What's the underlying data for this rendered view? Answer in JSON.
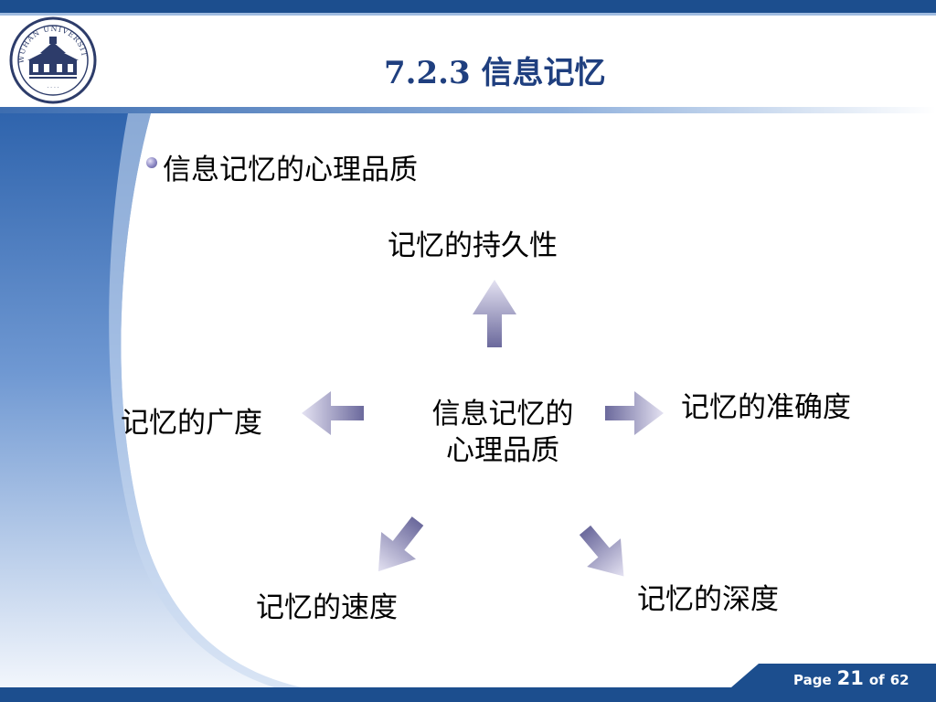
{
  "header": {
    "title": "7.2.3 信息记忆",
    "logo_icon": "wuhan-university-seal-icon",
    "logo_text": "WUHAN UNIVERSITY"
  },
  "bullet": {
    "text": "信息记忆的心理品质"
  },
  "diagram": {
    "center_line1": "信息记忆的",
    "center_line2": "心理品质",
    "nodes": {
      "top": "记忆的持久性",
      "left": "记忆的广度",
      "right": "记忆的准确度",
      "bottom_left": "记忆的速度",
      "bottom_right": "记忆的深度"
    },
    "arrow_color_dark": "#6b699c",
    "arrow_color_light": "#e4e2f2"
  },
  "footer": {
    "page_label": "Page",
    "page_number": "21",
    "of_label": "of",
    "total_pages": "62"
  },
  "colors": {
    "brand_blue": "#1c4e8e",
    "title_blue": "#1f3f7f"
  }
}
